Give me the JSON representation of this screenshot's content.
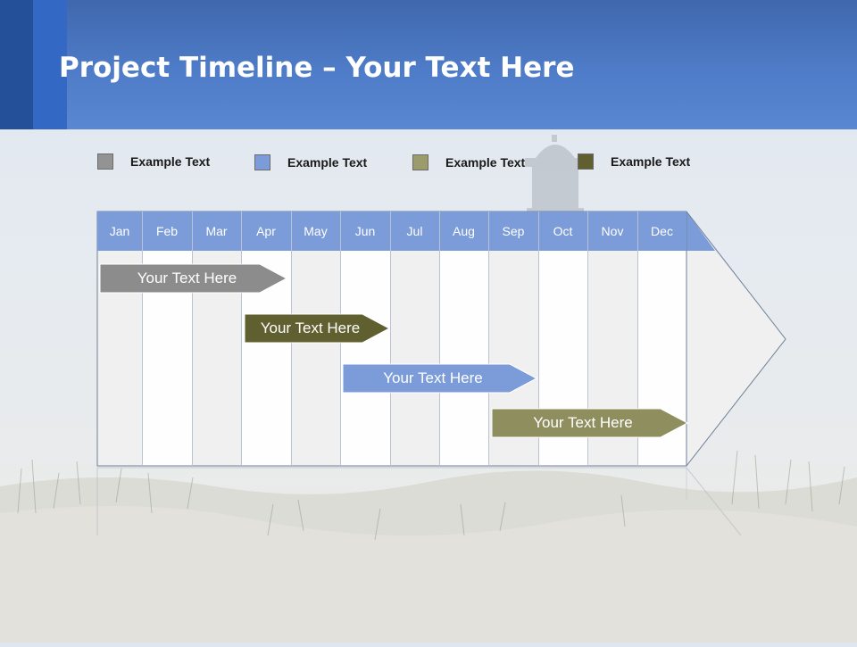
{
  "header": {
    "title_bold": "Project Timeline",
    "title_rest": " – Your Text Here"
  },
  "legend": [
    {
      "label": "Example Text",
      "color": "#939393"
    },
    {
      "label": "Example Text",
      "color": "#7b9cd8"
    },
    {
      "label": "Example Text",
      "color": "#9b9b6b"
    },
    {
      "label": "Example Text",
      "color": "#5f5f2f"
    }
  ],
  "months": [
    "Jan",
    "Feb",
    "Mar",
    "Apr",
    "May",
    "Jun",
    "Jul",
    "Aug",
    "Sep",
    "Oct",
    "Nov",
    "Dec"
  ],
  "bars": [
    {
      "label": "Your  Text Here",
      "color": "#8c8c8c"
    },
    {
      "label": "Your  Text Here",
      "color": "#5f5f2f"
    },
    {
      "label": "Your  Text Here",
      "color": "#7b9cd8"
    },
    {
      "label": "Your  Text Here",
      "color": "#8e8e5e"
    }
  ],
  "colors": {
    "header": "#4f7cc8",
    "header_dark_strip": "#24509a",
    "header_mid_strip": "#3369c4",
    "month_row": "#7b9cd8"
  }
}
